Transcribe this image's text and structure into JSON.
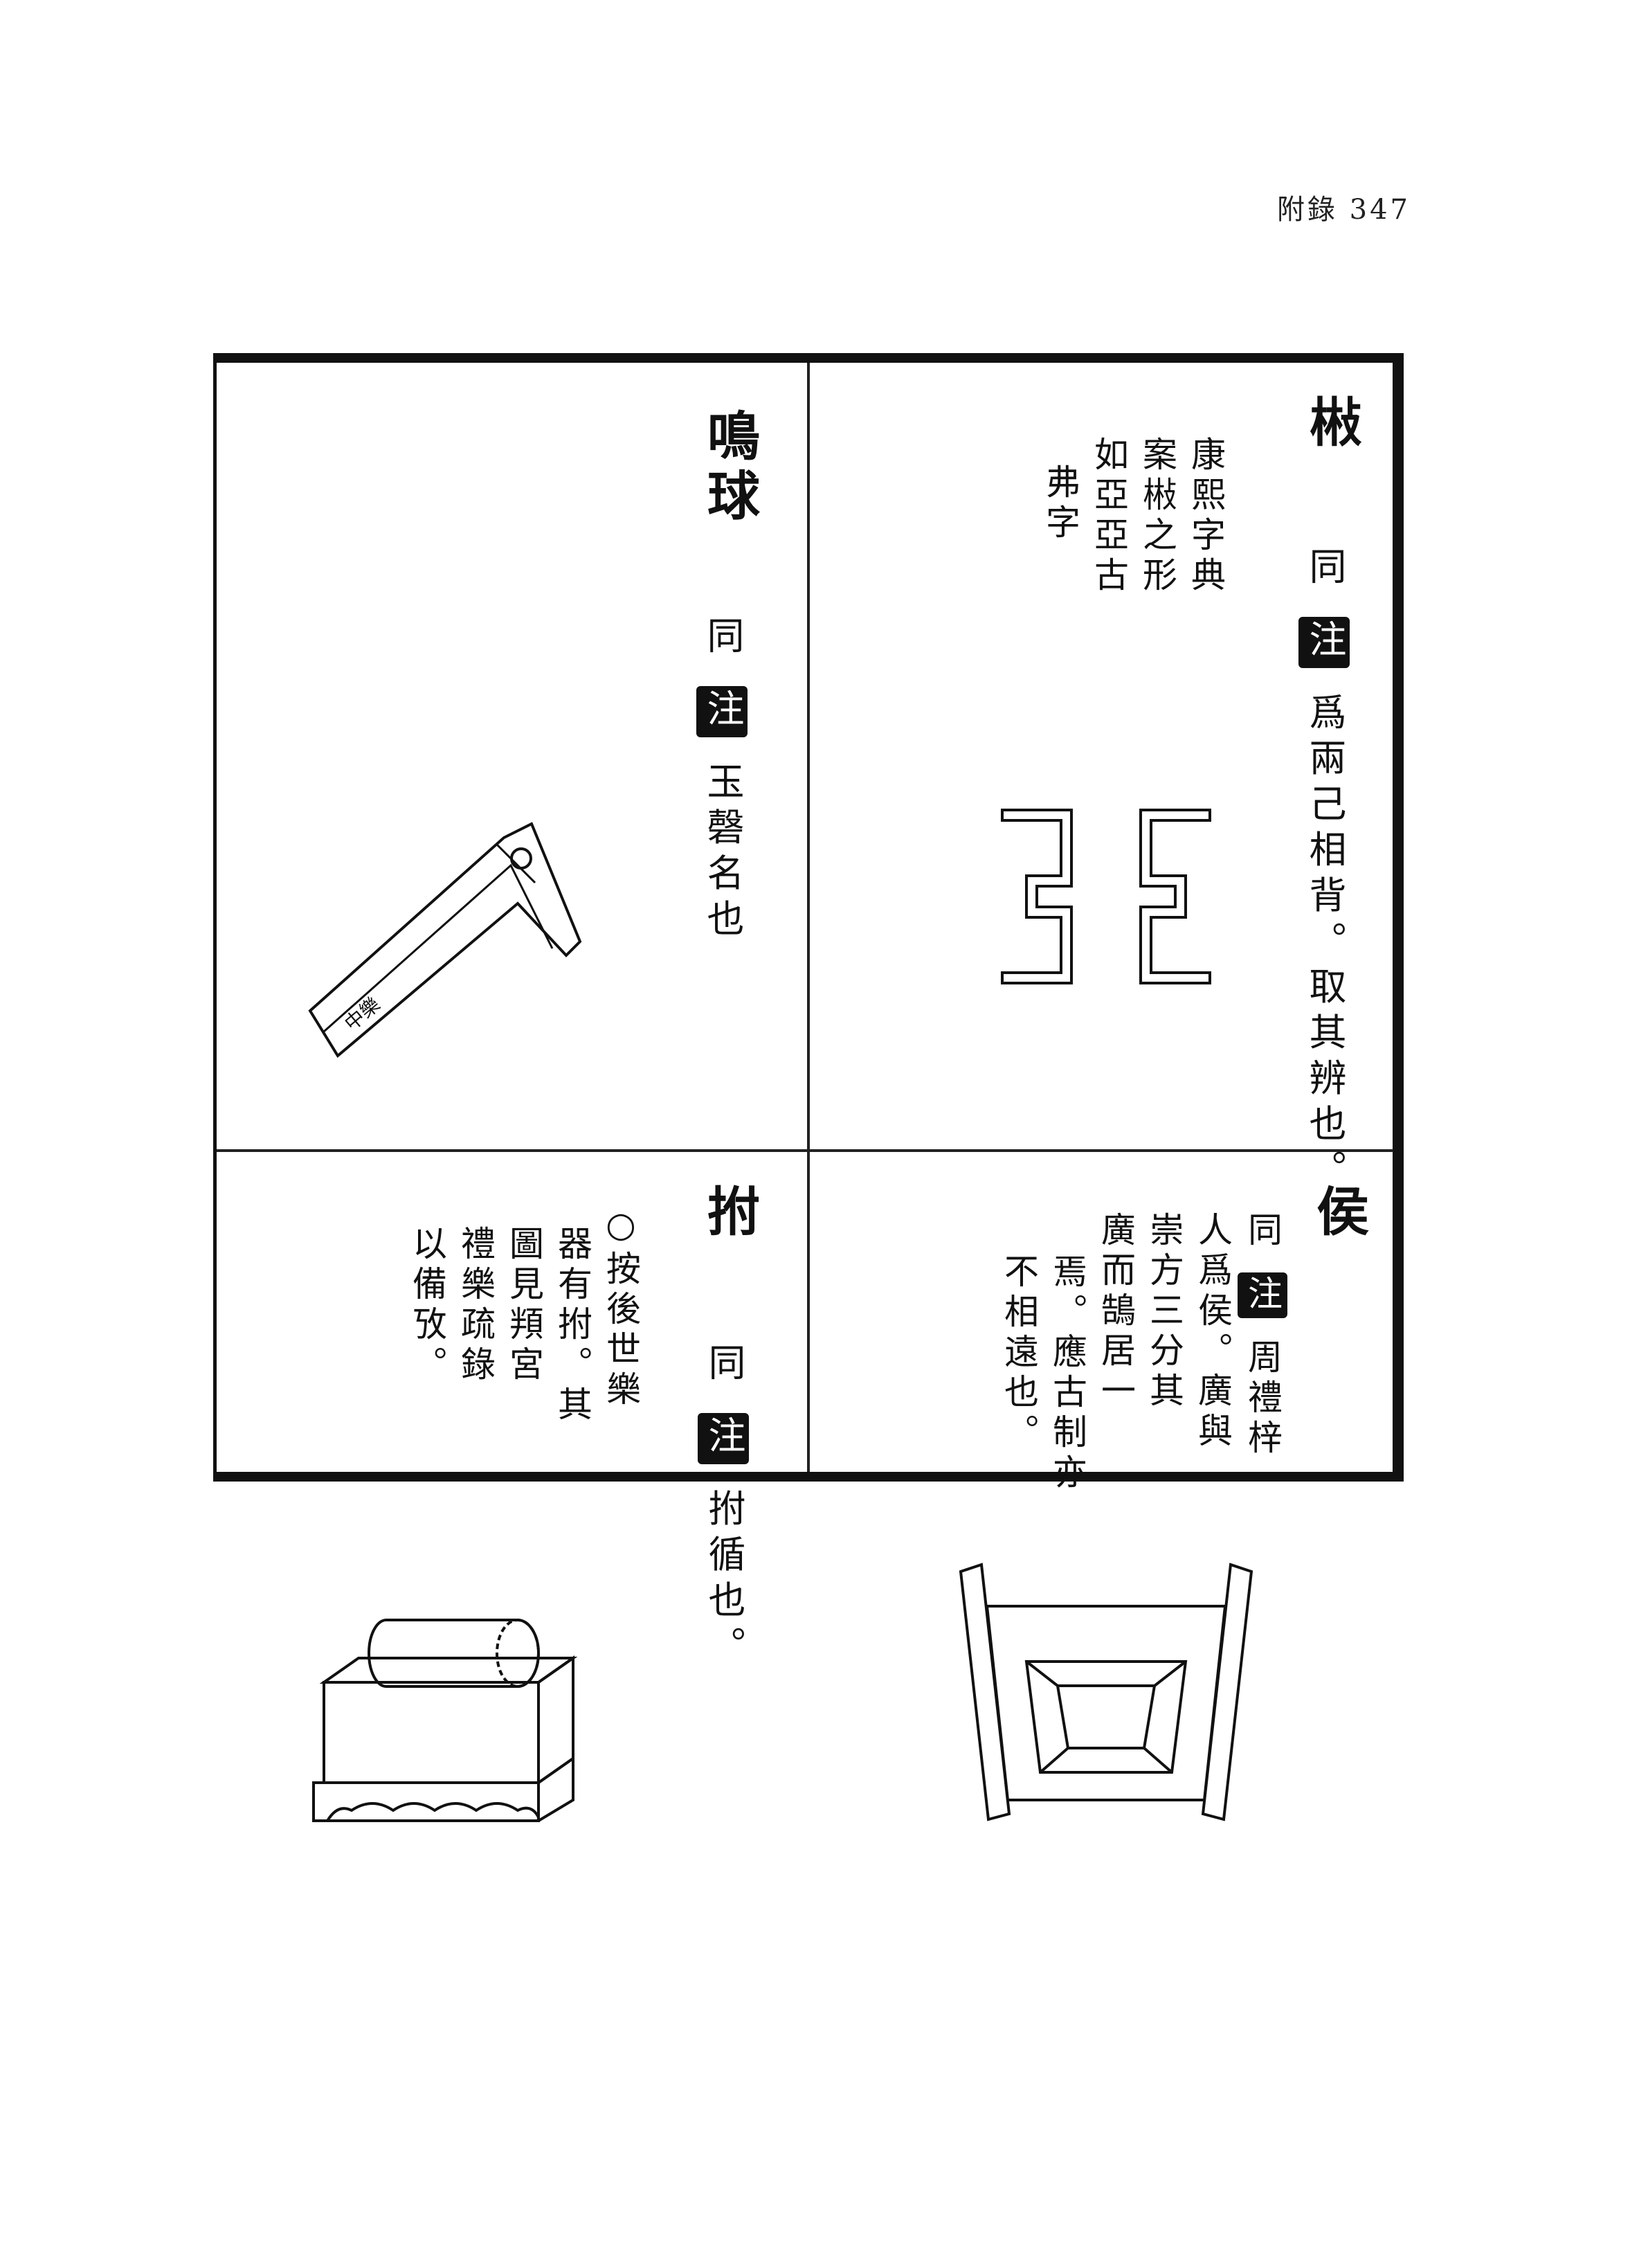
{
  "header": {
    "text": "附錄 347"
  },
  "cells": {
    "top_right": {
      "title": "㪔",
      "body_1": "同",
      "tag": "注",
      "body_2": "爲兩己相背。取其辨也。",
      "note": [
        "康熙字典",
        "案㪔之形",
        "如亞亞古",
        "弗字"
      ]
    },
    "top_left": {
      "title": "鳴球",
      "body_1": "同",
      "tag": "注",
      "body_2": "玉磬名也",
      "image_label": "中樂"
    },
    "bottom_right": {
      "title": "侯",
      "body_1": "同",
      "tag": "注",
      "body_2": "周禮梓",
      "body_lines": [
        "人爲侯。廣與",
        "崇方三分其",
        "廣而鵠居一",
        "焉。應古制亦",
        "不相遠也。"
      ]
    },
    "bottom_left": {
      "title": "拊",
      "body_1": "同",
      "tag": "注",
      "body_2": "拊循也。",
      "note": [
        "○按後世樂",
        "器有拊。其",
        "圖見頖宮",
        "禮樂疏錄",
        "以備攷。"
      ]
    }
  }
}
